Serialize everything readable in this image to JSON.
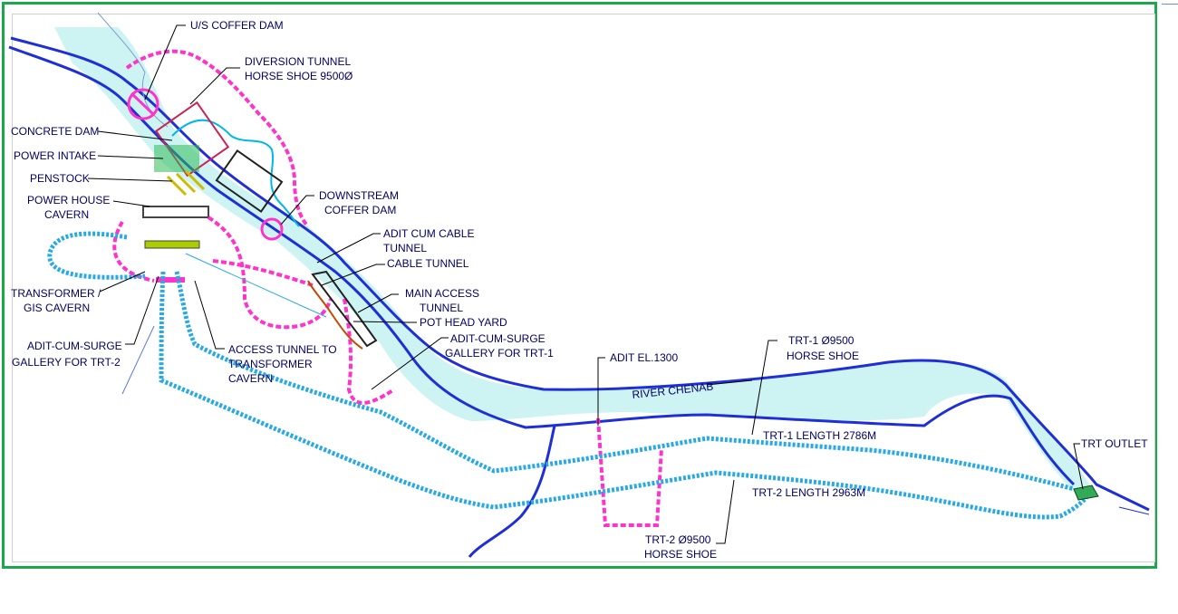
{
  "labels": {
    "us_coffer_dam": "U/S COFFER DAM",
    "diversion_tunnel_1": "DIVERSION TUNNEL",
    "diversion_tunnel_2": "HORSE SHOE 9500Ø",
    "concrete_dam": "CONCRETE DAM",
    "power_intake": "POWER INTAKE",
    "penstock": "PENSTOCK",
    "power_house_1": "POWER HOUSE",
    "power_house_2": "CAVERN",
    "downstream_coffer_1": "DOWNSTREAM",
    "downstream_coffer_2": "COFFER DAM",
    "adit_cable_1": "ADIT CUM CABLE",
    "adit_cable_2": "TUNNEL",
    "cable_tunnel": "CABLE TUNNEL",
    "main_access_1": "MAIN ACCESS",
    "main_access_2": "TUNNEL",
    "pot_head_yard": "POT HEAD YARD",
    "transformer_1": "TRANSFORMER /",
    "transformer_2": "GIS CAVERN",
    "adit_surge_trt2_1": "ADIT-CUM-SURGE",
    "adit_surge_trt2_2": "GALLERY FOR TRT-2",
    "access_tunnel_1": "ACCESS TUNNEL TO",
    "access_tunnel_2": "TRANSFORMER",
    "access_tunnel_3": "CAVERN",
    "adit_surge_trt1_1": "ADIT-CUM-SURGE",
    "adit_surge_trt1_2": "GALLERY FOR TRT-1",
    "adit_el": "ADIT EL.1300",
    "trt1_size_1": "TRT-1 Ø9500",
    "trt1_size_2": "HORSE SHOE",
    "river": "RIVER CHENAB",
    "trt1_length": "TRT-1 LENGTH 2786M",
    "trt2_length": "TRT-2 LENGTH 2963M",
    "trt_outlet": "TRT OUTLET",
    "trt2_size_1": "TRT-2 Ø9500",
    "trt2_size_2": "HORSE SHOE"
  },
  "colors": {
    "frame": "#1aa84a",
    "river_fill": "#cdf3f3",
    "river_bank": "#1f2fd6",
    "tunnel_blue": "#27a9e8",
    "adit_magenta": "#ff33cc",
    "label_text": "#000066"
  }
}
